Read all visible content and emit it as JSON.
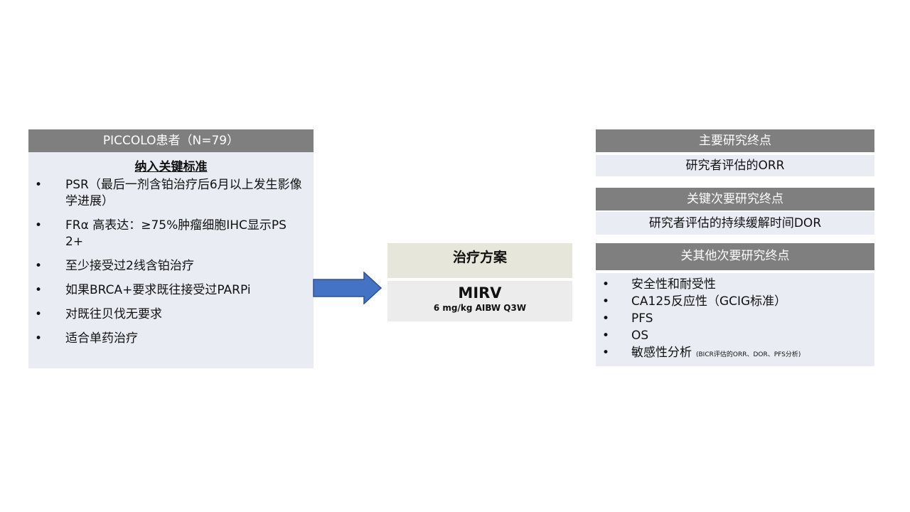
{
  "left": {
    "header": "PICCOLO患者（N=79）",
    "subtitle": "纳入关键标准",
    "bullet_char": "•",
    "criteria": [
      "PSR（最后一剂含铂治疗后6月以上发生影像学进展）",
      "FRα 高表达：≥75%肿瘤细胞IHC显示PS 2+",
      "至少接受过2线含铂治疗",
      "如果BRCA+要求既往接受过PARPi",
      "对既往贝伐无要求",
      "适合单药治疗"
    ]
  },
  "arrow": {
    "icon": "right-arrow-icon",
    "color": "#4472c4"
  },
  "treatment": {
    "header": "治疗方案",
    "drug": "MIRV",
    "dose": "6 mg/kg AIBW Q3W"
  },
  "endpoints": {
    "primary": {
      "header": "主要研究终点",
      "value": "研究者评估的ORR"
    },
    "key_secondary": {
      "header": "关键次要研究终点",
      "value": "研究者评估的持续缓解时间DOR"
    },
    "other_secondary": {
      "header": "关其他次要研究终点",
      "items": [
        "安全性和耐受性",
        "CA125反应性（GCIG标准）",
        "PFS",
        "OS",
        "敏感性分析"
      ],
      "note": "(BICR评估的ORR、DOR、PFS分析)"
    }
  },
  "colors": {
    "header_gray": "#7f7f7f",
    "panel_bg": "#e9ecf2",
    "treat_header_bg": "#e6e6da",
    "treat_body_bg": "#ececec",
    "arrow_blue": "#4472c4"
  }
}
